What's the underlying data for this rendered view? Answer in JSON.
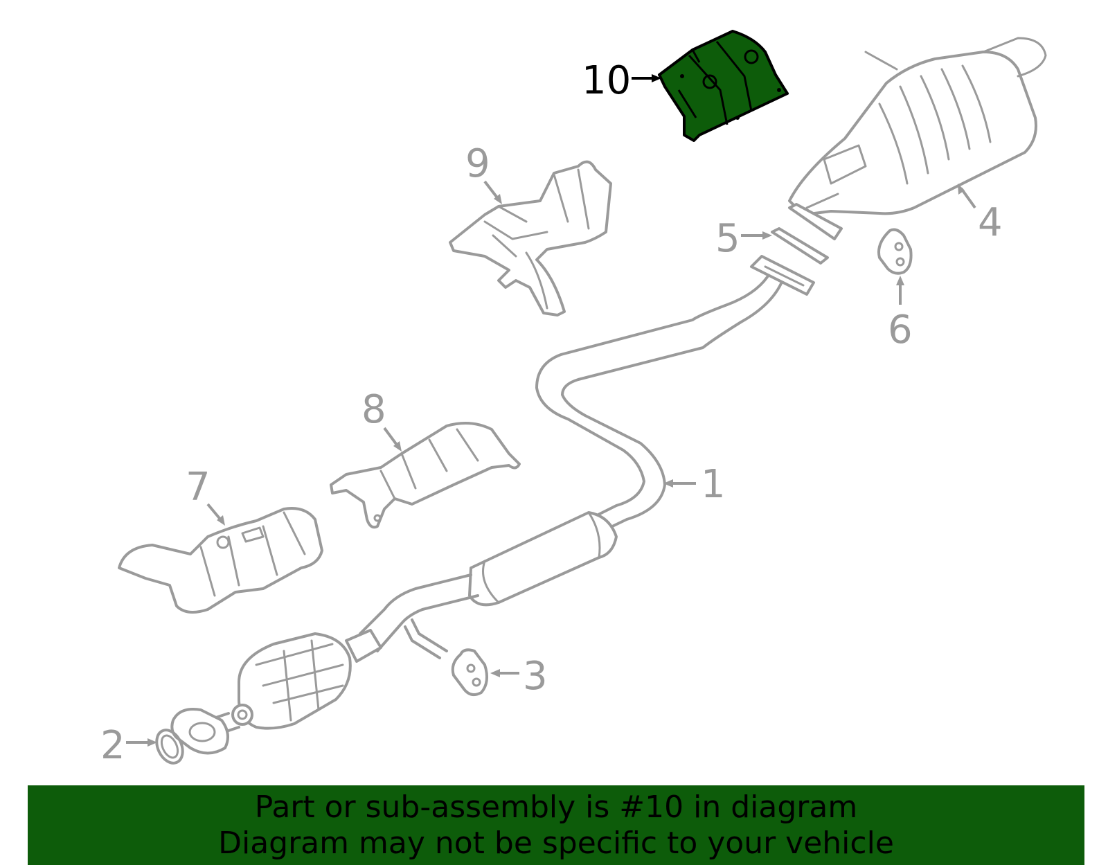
{
  "callouts": [
    {
      "id": "1",
      "label": "1"
    },
    {
      "id": "2",
      "label": "2"
    },
    {
      "id": "3",
      "label": "3"
    },
    {
      "id": "4",
      "label": "4"
    },
    {
      "id": "5",
      "label": "5"
    },
    {
      "id": "6",
      "label": "6"
    },
    {
      "id": "7",
      "label": "7"
    },
    {
      "id": "8",
      "label": "8"
    },
    {
      "id": "9",
      "label": "9"
    },
    {
      "id": "10",
      "label": "10"
    }
  ],
  "highlighted_part": "10",
  "colors": {
    "highlight_fill": "#0d5c0a",
    "banner_background": "#0d5c0a",
    "part_stroke": "#9a9a9a",
    "highlight_label": "#000000"
  },
  "banner": {
    "line1": "Part or sub-assembly is #10 in diagram",
    "line2": "Diagram may not be specific to your vehicle"
  }
}
